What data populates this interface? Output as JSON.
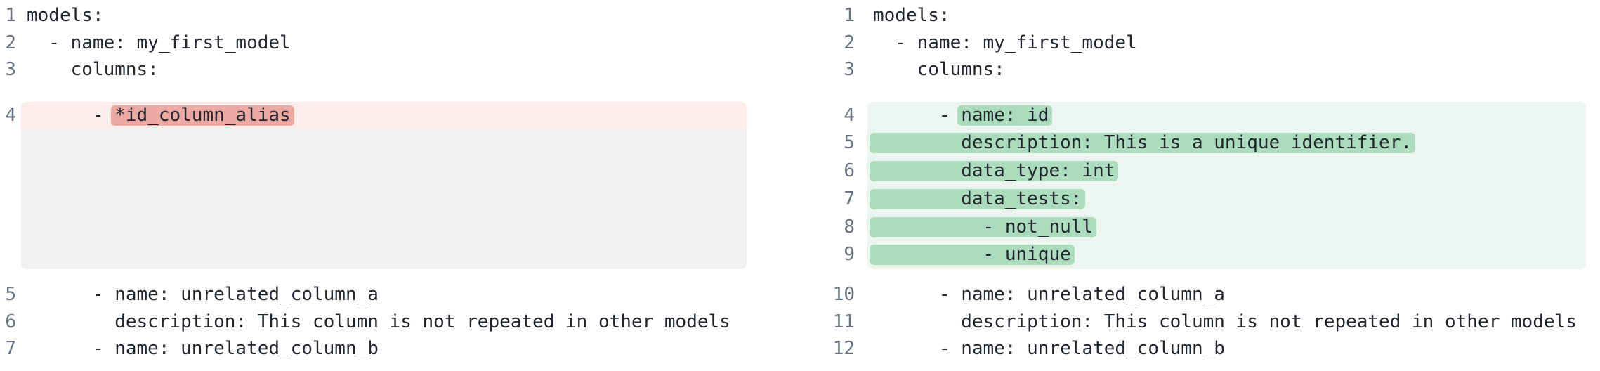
{
  "colors": {
    "page-bg": "#ffffff",
    "code-color": "#22272e",
    "ln-color": "#6b7280",
    "removed-line-bg": "#fceceb",
    "removed-word-bg": "#eda9a3",
    "added-line-bg": "#ecf5ef",
    "added-word-bg": "#abdcbd",
    "filler-bg": "#eef0f2"
  },
  "diff": {
    "left": {
      "role": "before",
      "segments": [
        {
          "kind": "plain",
          "lines": [
            {
              "num": "1",
              "text": "models:"
            },
            {
              "num": "2",
              "text": "  - name: my_first_model"
            },
            {
              "num": "3",
              "text": "    columns:"
            }
          ]
        },
        {
          "kind": "removed",
          "lines": [
            {
              "num": "4",
              "pre": "      - ",
              "mark": "*id_column_alias",
              "post": ""
            }
          ],
          "filler_rows": 5
        },
        {
          "kind": "plain",
          "lines": [
            {
              "num": "5",
              "text": "      - name: unrelated_column_a"
            },
            {
              "num": "6",
              "text": "        description: This column is not repeated in other models"
            },
            {
              "num": "7",
              "text": "      - name: unrelated_column_b"
            }
          ]
        }
      ]
    },
    "right": {
      "role": "after",
      "segments": [
        {
          "kind": "plain",
          "lines": [
            {
              "num": "1",
              "text": "models:"
            },
            {
              "num": "2",
              "text": "  - name: my_first_model"
            },
            {
              "num": "3",
              "text": "    columns:"
            }
          ]
        },
        {
          "kind": "added",
          "lines": [
            {
              "num": "4",
              "pre": "      - ",
              "mark": "name: id",
              "post": ""
            },
            {
              "num": "5",
              "pre": "",
              "mark": "        description: This is a unique identifier.",
              "post": ""
            },
            {
              "num": "6",
              "pre": "",
              "mark": "        data_type: int",
              "post": ""
            },
            {
              "num": "7",
              "pre": "",
              "mark": "        data_tests:",
              "post": ""
            },
            {
              "num": "8",
              "pre": "",
              "mark": "          - not_null",
              "post": ""
            },
            {
              "num": "9",
              "pre": "",
              "mark": "          - unique",
              "post": ""
            }
          ],
          "filler_rows": 0
        },
        {
          "kind": "plain",
          "lines": [
            {
              "num": "10",
              "text": "      - name: unrelated_column_a"
            },
            {
              "num": "11",
              "text": "        description: This column is not repeated in other models"
            },
            {
              "num": "12",
              "text": "      - name: unrelated_column_b"
            }
          ]
        }
      ]
    }
  }
}
